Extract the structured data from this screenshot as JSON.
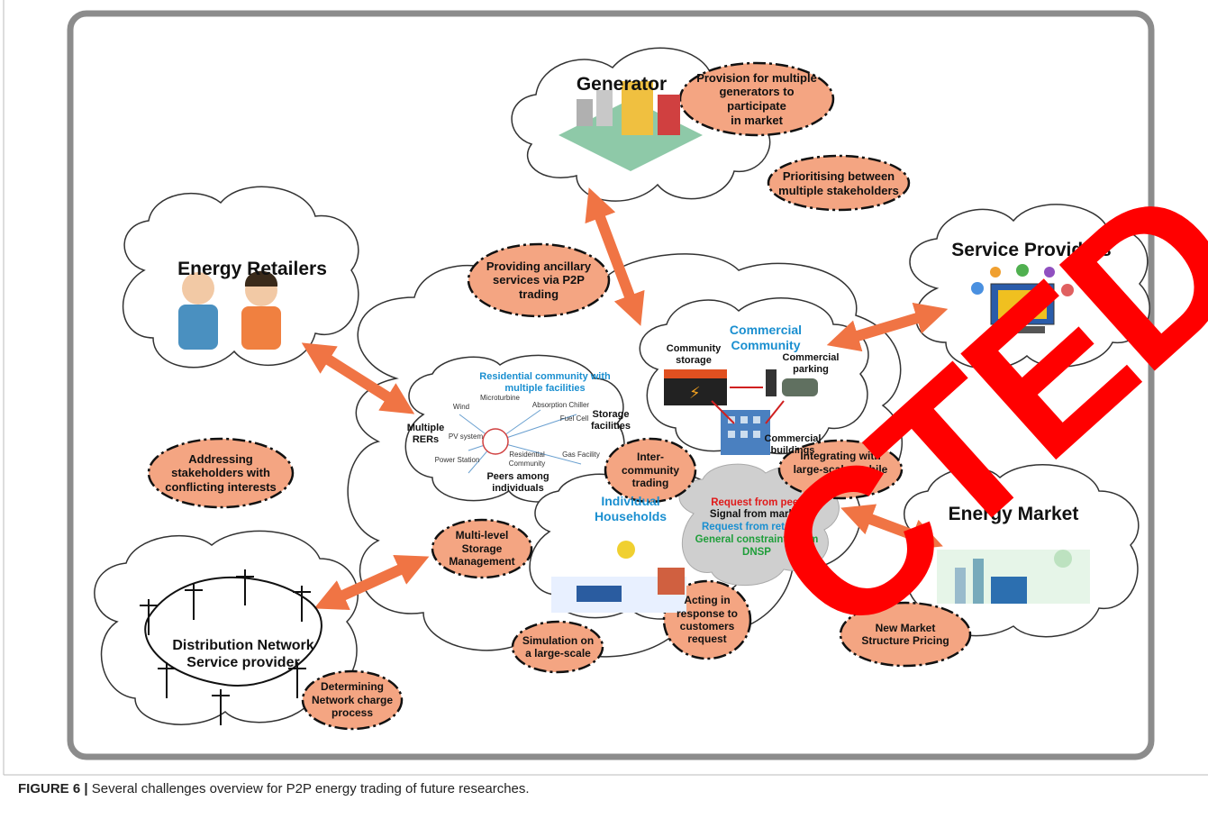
{
  "clouds": {
    "generator": "Generator",
    "energy_retailers": "Energy Retailers",
    "service_providers": "Service Providers",
    "energy_market": "Energy Market",
    "dnsp_line1": "Distribution Network",
    "dnsp_line2": "Service provider",
    "commercial_line1": "Commercial",
    "commercial_line2": "Community",
    "individual_line1": "Individual",
    "individual_line2": "Households",
    "residential_line1": "Residential community with",
    "residential_line2": "multiple facilities"
  },
  "challenges": {
    "provision_1": "Provision for multiple",
    "provision_2": "generators to participate",
    "provision_3": "in market",
    "prioritising_1": "Prioritising between",
    "prioritising_2": "multiple stakeholders",
    "ancillary_1": "Providing ancillary",
    "ancillary_2": "services via P2P",
    "ancillary_3": "trading",
    "addressing_1": "Addressing",
    "addressing_2": "stakeholders with",
    "addressing_3": "conflicting interests",
    "intercommunity_1": "Inter-",
    "intercommunity_2": "community",
    "intercommunity_3": "trading",
    "integrating_1": "Integrating with",
    "integrating_2": "large-scale mobile",
    "integrating_3": "storages",
    "multilevel_1": "Multi-level",
    "multilevel_2": "Storage",
    "multilevel_3": "Management",
    "acting_1": "Acting in",
    "acting_2": "response to",
    "acting_3": "customers",
    "acting_4": "request",
    "simulation_1": "Simulation on",
    "simulation_2": "a large-scale",
    "newmarket_1": "New Market",
    "newmarket_2": "Structure Pricing",
    "determining_1": "Determining",
    "determining_2": "Network charge",
    "determining_3": "process"
  },
  "commercial": {
    "community_storage_1": "Community",
    "community_storage_2": "storage",
    "commercial_parking_1": "Commercial",
    "commercial_parking_2": "parking",
    "commercial_buildings_1": "Commercial",
    "commercial_buildings_2": "buildings"
  },
  "residential": {
    "multiple_rers_1": "Multiple",
    "multiple_rers_2": "RERs",
    "storage_facilities_1": "Storage",
    "storage_facilities_2": "facilities",
    "peers_1": "Peers among",
    "peers_2": "individuals",
    "micro": [
      "Wind",
      "Microturbine",
      "Absorption Chiller",
      "Fuel Cell",
      "PV system",
      "Power Station",
      "Residential Community",
      "Gas Facility"
    ]
  },
  "signals": {
    "request_peer": "Request from peer",
    "signal_market": "Signal from market",
    "request_retailers": "Request from retailers",
    "constraints_1": "General constraints from",
    "constraints_2": "DNSP"
  },
  "caption": {
    "label": "FIGURE 6 |",
    "text": "Several challenges overview for P2P energy trading of future researches."
  },
  "watermark": "CTED",
  "colors": {
    "oval_fill": "#f4a582",
    "arrow": "#f07444",
    "frame": "#8c8c8c",
    "blue_text": "#1a8fd0",
    "red_text": "#e01a1a",
    "green_text": "#1f9e3a",
    "signal_cloud": "#cfcfcf",
    "watermark": "#ff0000"
  }
}
